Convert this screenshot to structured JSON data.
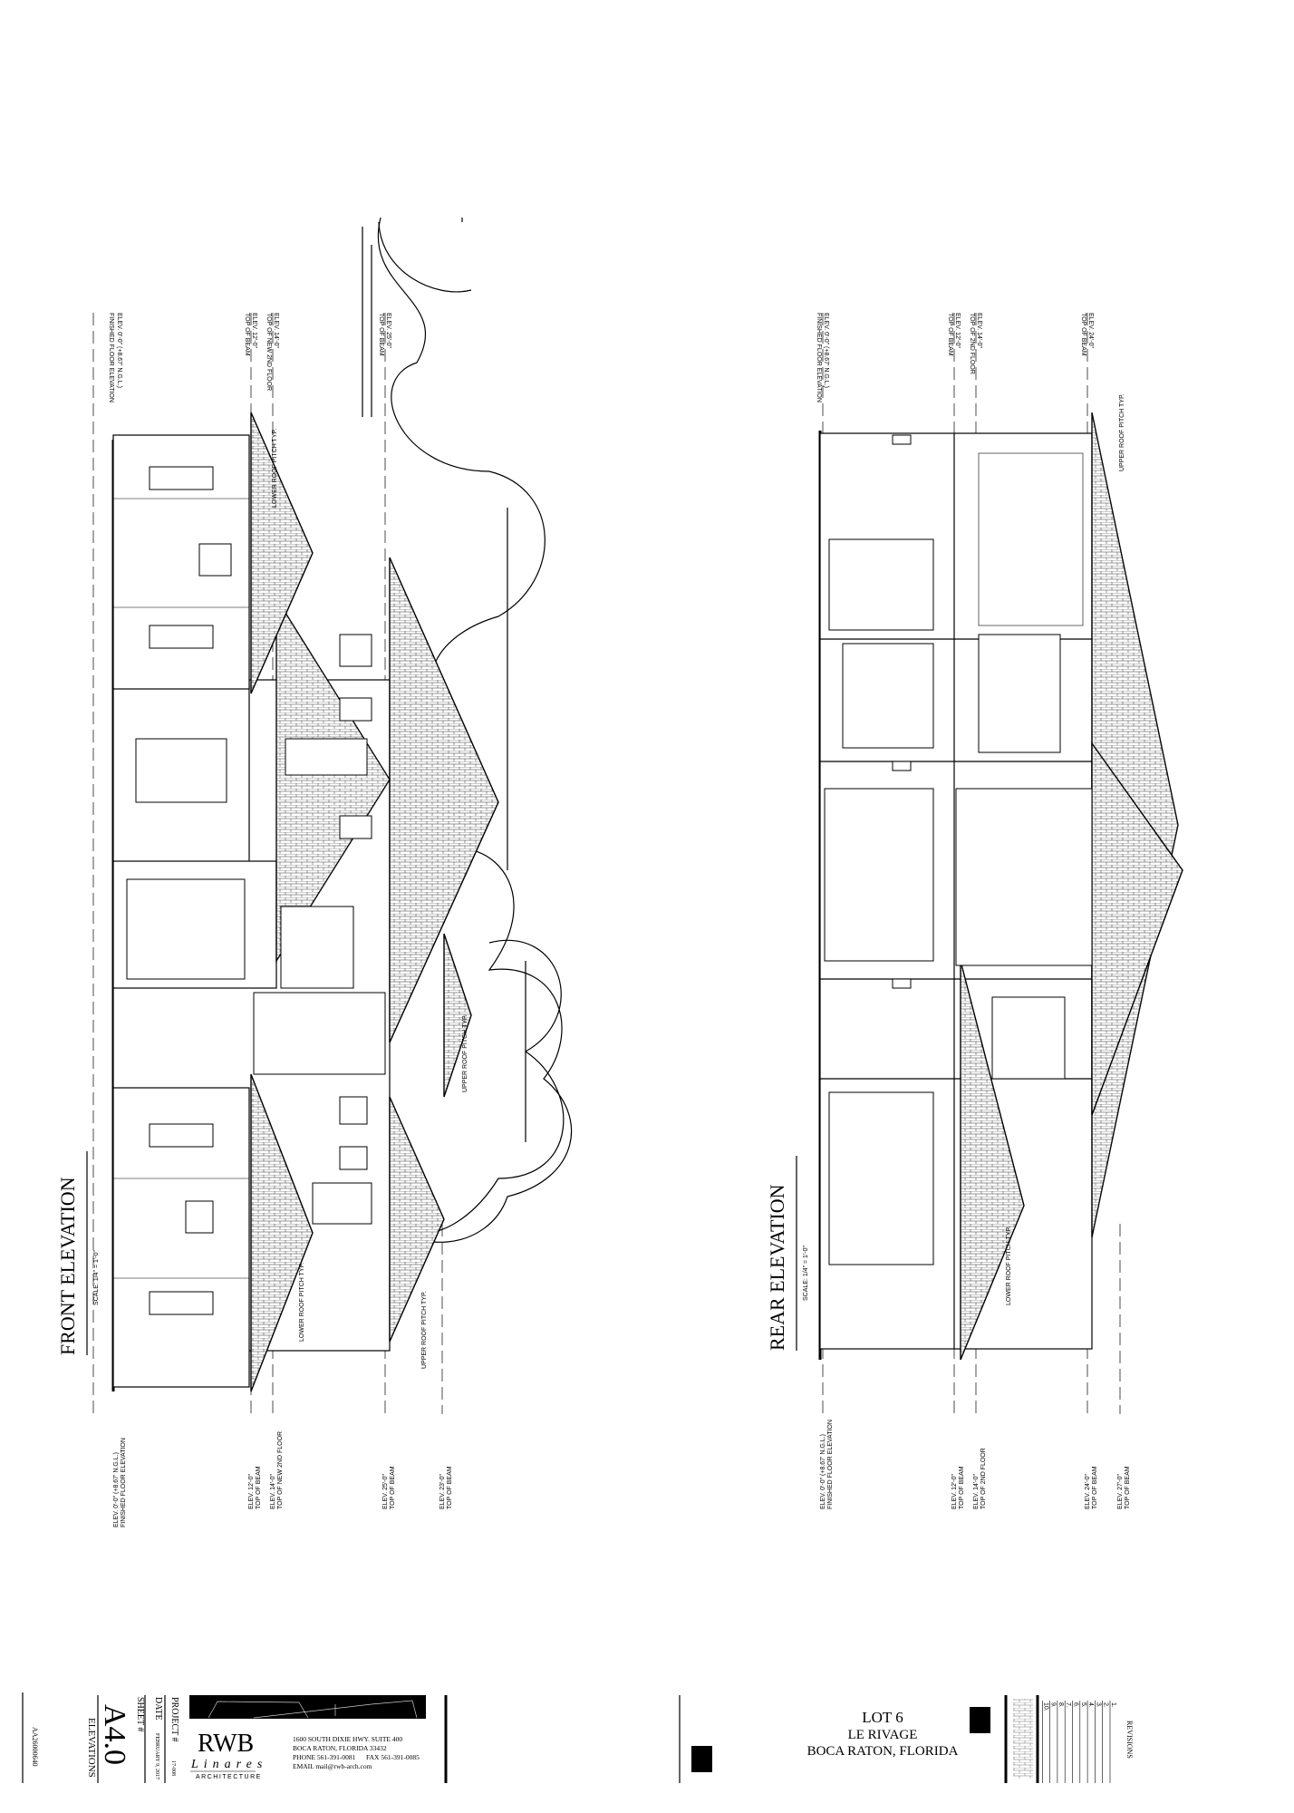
{
  "front_elevation": {
    "title": "FRONT ELEVATION",
    "scale": "SCALE: 1/4\" = 1'-0\"",
    "levels": [
      {
        "elev": "ELEV. 0'-0\" (+8.67' N.G.L.)",
        "desc": "FINISHED FLOOR ELEVATION"
      },
      {
        "elev": "ELEV. 12'-0\"",
        "desc": "TOP OF BEAM"
      },
      {
        "elev": "ELEV. 14'-0\"",
        "desc": "TOP OF NEW 2ND FLOOR"
      },
      {
        "elev": "ELEV. 25'-0\"",
        "desc": "TOP OF BEAM"
      },
      {
        "elev": "ELEV. 23'-0\"",
        "desc": "TOP OF BEAM"
      }
    ],
    "roof_notes": [
      "LOWER ROOF PITCH TYP.",
      "UPPER ROOF PITCH TYP.",
      "LOWER ROOF PITCH TYP.",
      "UPPER ROOF PITCH TYP."
    ]
  },
  "rear_elevation": {
    "title": "REAR ELEVATION",
    "scale": "SCALE: 1/4\" = 1'-0\"",
    "levels": [
      {
        "elev": "ELEV. 0'-0\" (+8.67' N.G.L.)",
        "desc": "FINISHED FLOOR ELEVATION"
      },
      {
        "elev": "ELEV. 12'-0\"",
        "desc": "TOP OF BEAM"
      },
      {
        "elev": "ELEV. 14'-0\"",
        "desc": "TOP OF 2ND FLOOR"
      },
      {
        "elev": "ELEV. 24'-0\"",
        "desc": "TOP OF BEAM"
      },
      {
        "elev": "ELEV. 27'-0\"",
        "desc": "TOP OF BEAM"
      }
    ],
    "roof_notes": [
      "UPPER ROOF PITCH TYP.",
      "LOWER ROOF PITCH TYP."
    ]
  },
  "title_block": {
    "permit_no": "AA26000640",
    "sheet_name": "ELEVATIONS",
    "sheet_number": "A4.0",
    "sheet_label": "SHEET #",
    "date_label": "DATE",
    "date": "FEBRUARY 9, 2017",
    "project_label": "PROJECT #",
    "project": "17-008",
    "firm_logo": "RWB",
    "firm_logo_sub": "Linares",
    "firm_logo_tag": "ARCHITECTURE",
    "address1": "1600 SOUTH DIXIE HWY. SUITE 400",
    "address2": "BOCA RATON, FLORIDA  33432",
    "phone": "PHONE  561-391-0081",
    "fax": "FAX   561-391-0085",
    "email": "EMAIL   mail@rwb-arch.com",
    "project_title": [
      "LOT 6",
      "LE RIVAGE",
      "BOCA RATON,  FLORIDA"
    ],
    "revisions_label": "REVISIONS",
    "revisions": [
      "1.",
      "2.",
      "3.",
      "4.",
      "5.",
      "6.",
      "7.",
      "8.",
      "9.",
      "10."
    ]
  }
}
